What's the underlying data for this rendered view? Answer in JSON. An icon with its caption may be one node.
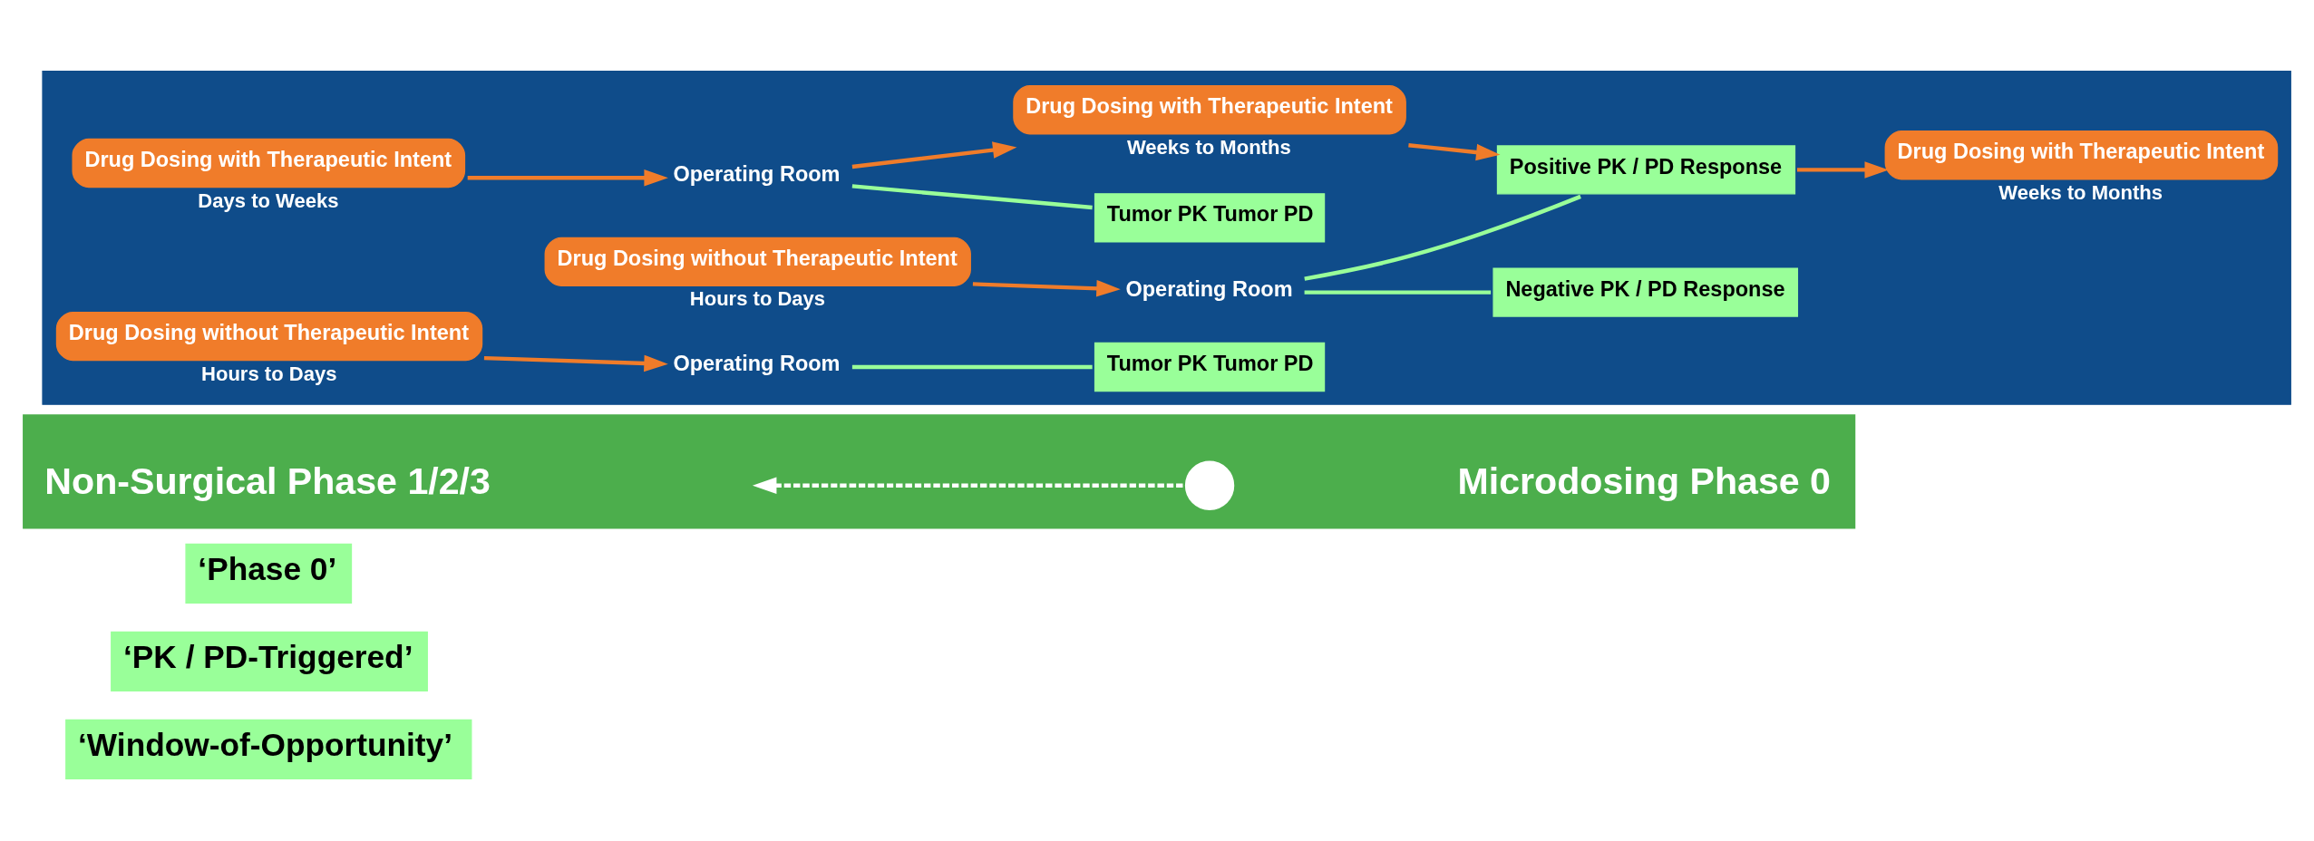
{
  "diagram": {
    "nodes": [
      {
        "text": [
          "‘Window-of-Opportunity’"
        ]
      },
      {
        "text": [
          "‘PK / PD-Triggered’"
        ]
      },
      {
        "text": [
          "‘Phase 0’"
        ]
      },
      {
        "text": [],
        "shape": "bar"
      },
      {
        "text": [
          "Non-Surgical Phase 1/2/3"
        ],
        "in": 3
      },
      {
        "text": [
          "Microdosing Phase 0"
        ],
        "in": 3
      },
      {
        "text": [],
        "shape": "circle",
        "in": 3
      },
      {
        "text": [],
        "shape": "box"
      },
      {
        "text": [
          "Drug Dosing with Therapeutic Intent"
        ],
        "beside": [
          "Days to Weeks"
        ],
        "in": 7
      },
      {
        "text": [
          "Operating Room"
        ],
        "in": 7
      },
      {
        "text": [
          "Tumor PK Tumor PD"
        ],
        "in": 7
      },
      {
        "text": [
          "Drug Dosing with Therapeutic Intent"
        ],
        "beside": [
          "Weeks to Months"
        ],
        "in": 7
      },
      {
        "text": [
          "Drug Dosing without Therapeutic Intent"
        ],
        "beside": [
          "Hours to Days"
        ],
        "in": 7
      },
      {
        "text": [
          "Operating Room"
        ],
        "in": 7
      },
      {
        "text": [
          "Positive PK / PD Response"
        ],
        "in": 7
      },
      {
        "text": [
          "Negative PK / PD Response"
        ],
        "in": 7
      },
      {
        "text": [
          "Drug Dosing with Therapeutic Intent"
        ],
        "beside": [
          "Weeks to Months"
        ],
        "in": 7
      },
      {
        "text": [
          "Drug Dosing without Therapeutic Intent"
        ],
        "beside": [
          "Hours to Days"
        ],
        "in": 7
      },
      {
        "text": [
          "Operating Room"
        ],
        "in": 7
      },
      {
        "text": [
          "Tumor PK Tumor PD"
        ],
        "in": 7
      }
    ],
    "edges": [
      {
        "from": 6,
        "to": null,
        "arrow": "to",
        "style": "dashed",
        "color": "#ffffff"
      },
      {
        "from": 8,
        "to": 9,
        "arrow": "to"
      },
      {
        "from": 9,
        "to": 10,
        "arrow": "none",
        "color": "#99ff99"
      },
      {
        "from": 9,
        "to": 11,
        "arrow": "to"
      },
      {
        "from": 11,
        "to": 14,
        "arrow": "to"
      },
      {
        "from": 12,
        "to": 13,
        "arrow": "to"
      },
      {
        "from": 13,
        "to": 14,
        "arrow": "none",
        "color": "#99ff99"
      },
      {
        "from": 13,
        "to": 15,
        "arrow": "none",
        "color": "#99ff99"
      },
      {
        "from": 14,
        "to": 16,
        "arrow": "to"
      },
      {
        "from": 17,
        "to": 18,
        "arrow": "to"
      },
      {
        "from": 18,
        "to": 19,
        "arrow": "none",
        "color": "#99ff99"
      }
    ]
  }
}
